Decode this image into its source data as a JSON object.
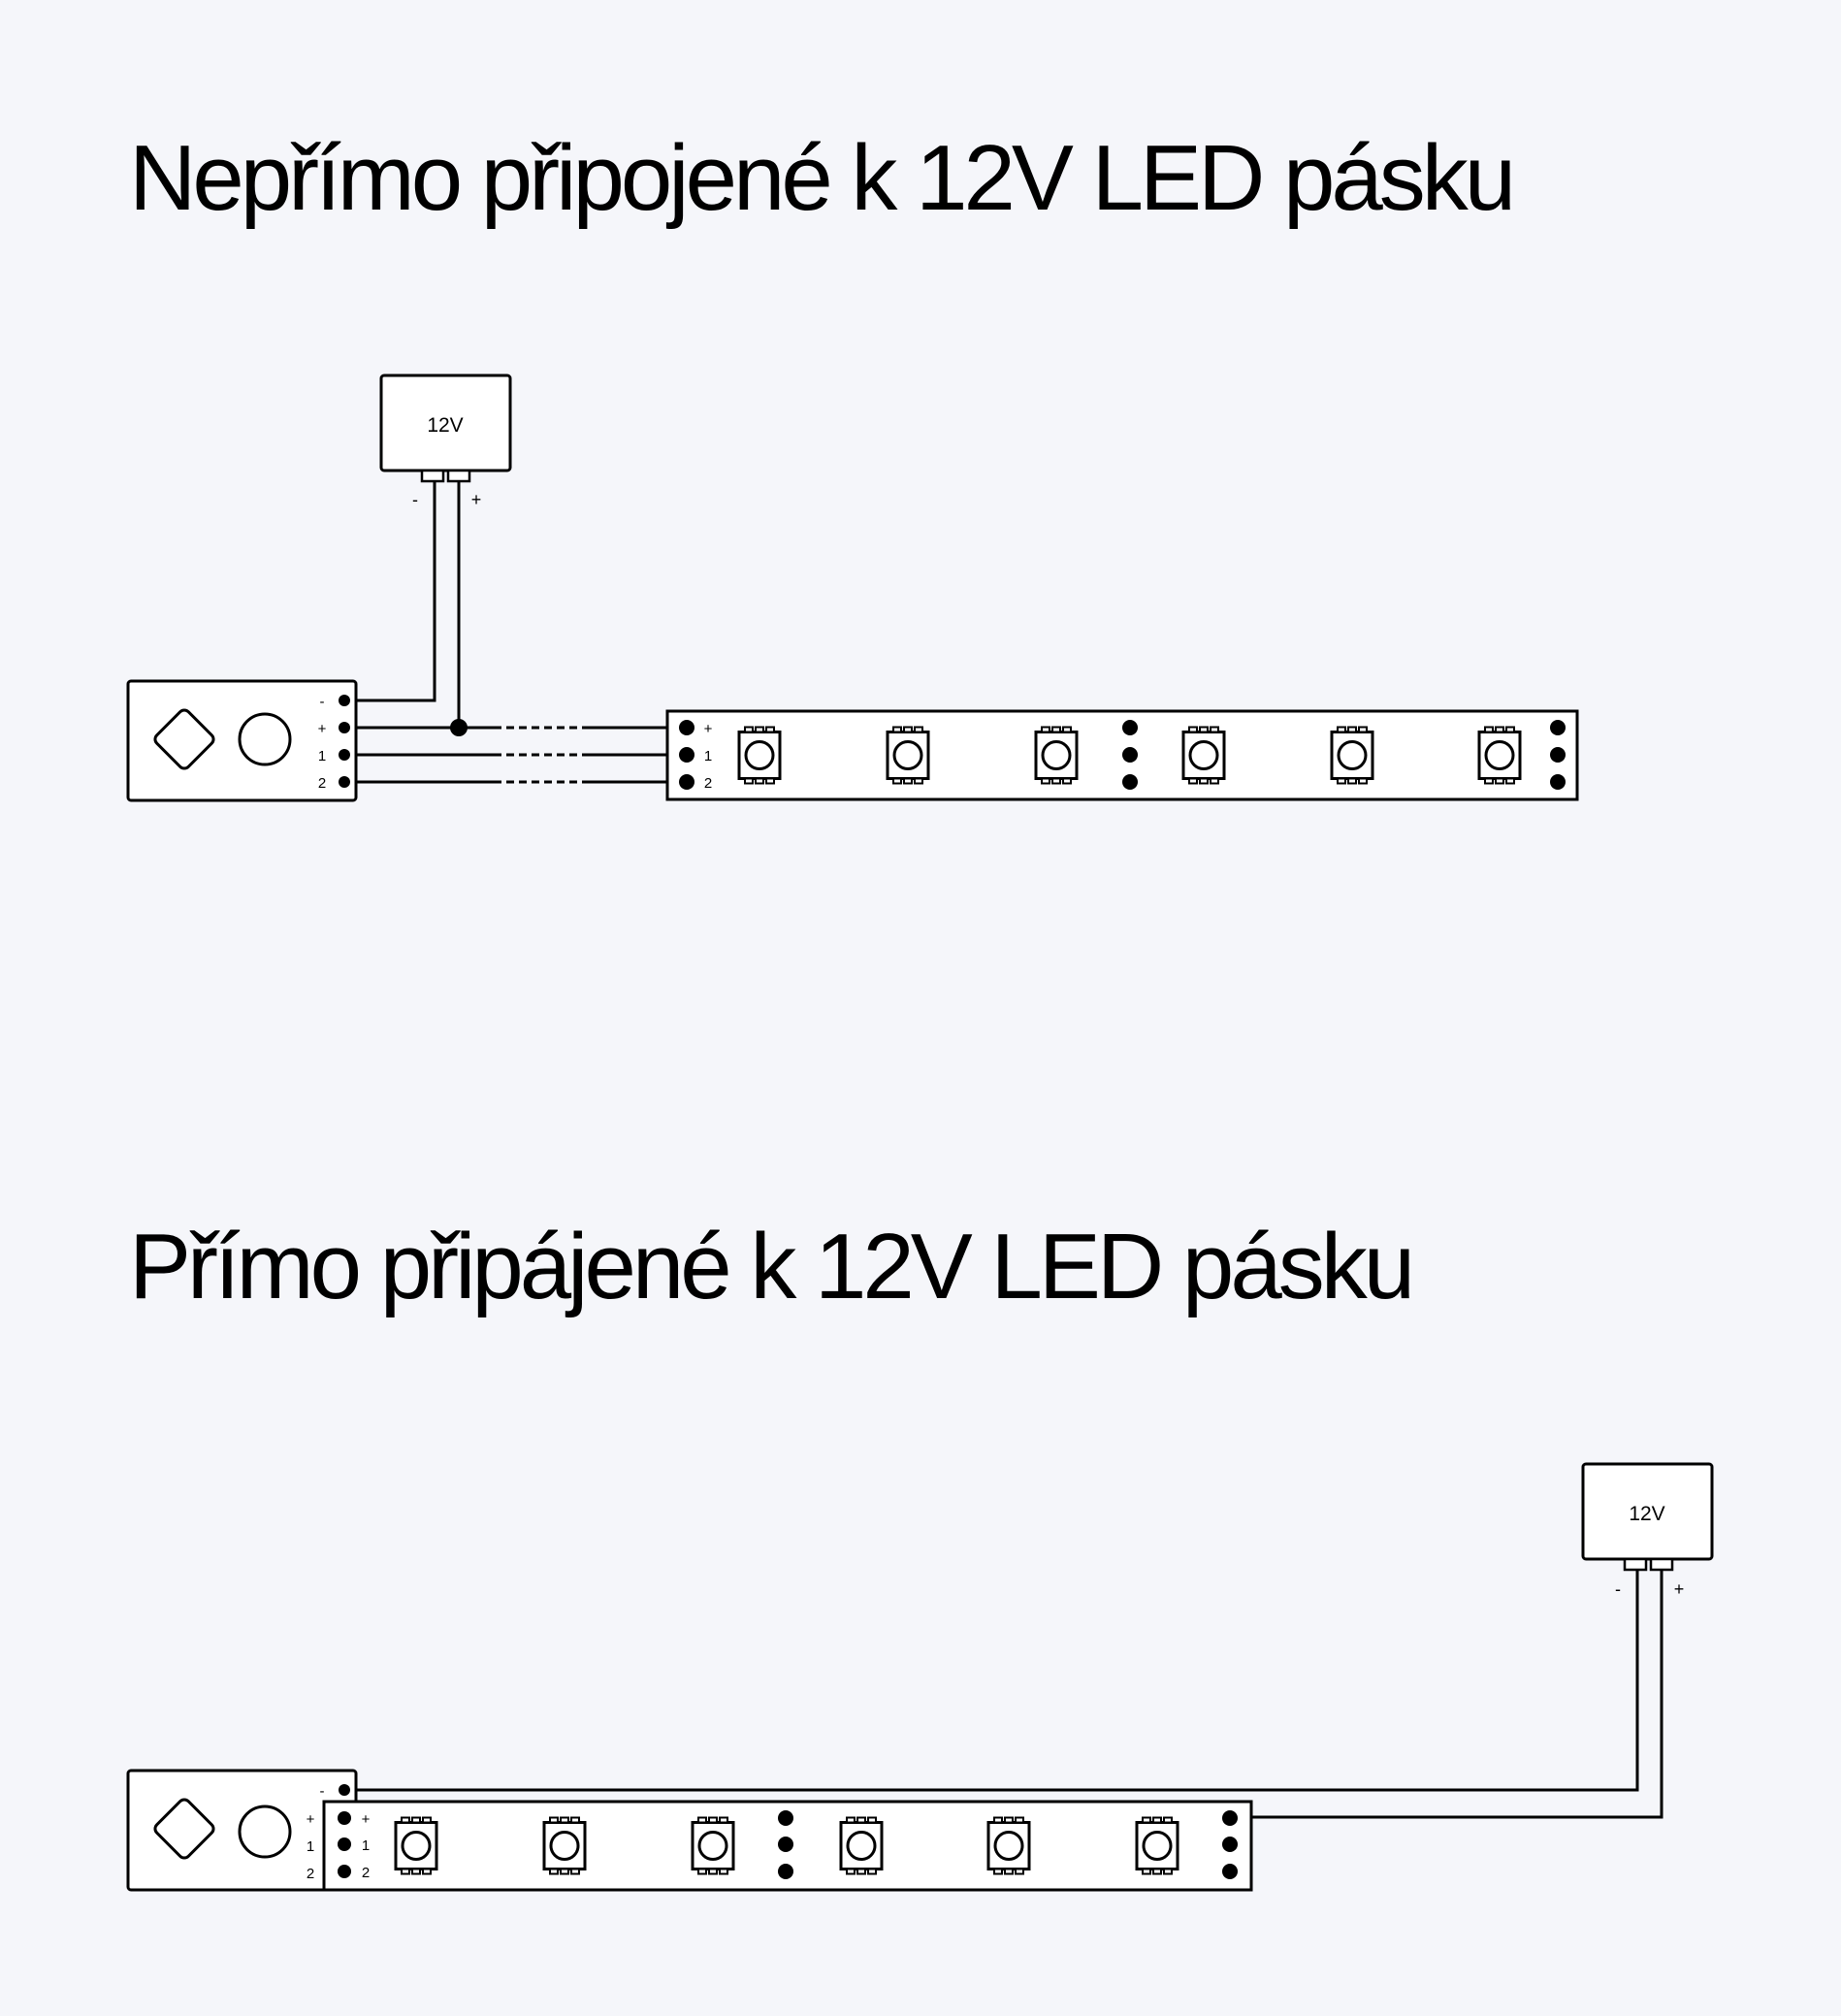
{
  "sections": [
    {
      "title": "Nepřímo připojené k 12V LED pásku",
      "power_supply": {
        "label": "12V",
        "minus": "-",
        "plus": "+"
      },
      "controller": {
        "terminals": [
          "-",
          "+",
          "1",
          "2"
        ]
      },
      "strip": {
        "terminals": [
          "+",
          "1",
          "2"
        ],
        "led_count": 6
      }
    },
    {
      "title": "Přímo připájené k 12V LED pásku",
      "power_supply": {
        "label": "12V",
        "minus": "-",
        "plus": "+"
      },
      "controller": {
        "terminals": [
          "-",
          "+",
          "1",
          "2"
        ]
      },
      "strip": {
        "terminals": [
          "+",
          "1",
          "2"
        ],
        "led_count": 6
      }
    }
  ],
  "colors": {
    "background": "#f5f6fa",
    "line": "#000000",
    "fill": "#ffffff"
  }
}
